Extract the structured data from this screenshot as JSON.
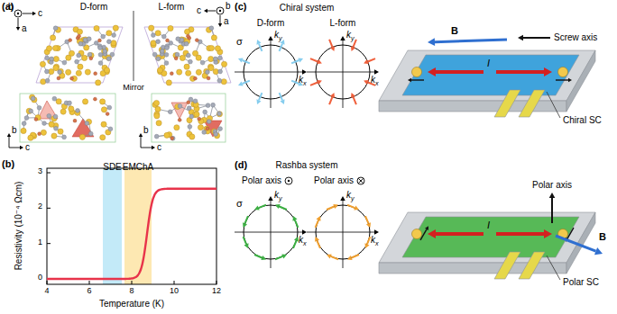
{
  "diagram": {
    "nodes": [
      {
        "text": [
          "SDE"
        ]
      },
      {
        "text": [
          "EMChA"
        ]
      }
    ],
    "labels": [
      "(a)",
      "b",
      "c",
      "a",
      "D-form",
      "L-form",
      "c",
      "b",
      "a",
      "Mirror",
      "b",
      "c",
      "b",
      "c",
      "(b)",
      "3",
      "2",
      "1",
      "0",
      "4",
      "6",
      "8",
      "10",
      "12",
      "Temperature (K)",
      "Resistivity (10⁻⁴ Ωcm)",
      "(c)",
      "Chiral system",
      "D-form",
      "L-form",
      "σ",
      "ky",
      "kx",
      "ky",
      "kx",
      "B",
      "Screw axis",
      "I",
      "Chiral SC",
      "(d)",
      "Rashba system",
      "Polar axis",
      "Polar axis",
      "σ",
      "ky",
      "kx",
      "ky",
      "kx",
      "Polar axis",
      "B",
      "I",
      "Polar SC"
    ]
  }
}
